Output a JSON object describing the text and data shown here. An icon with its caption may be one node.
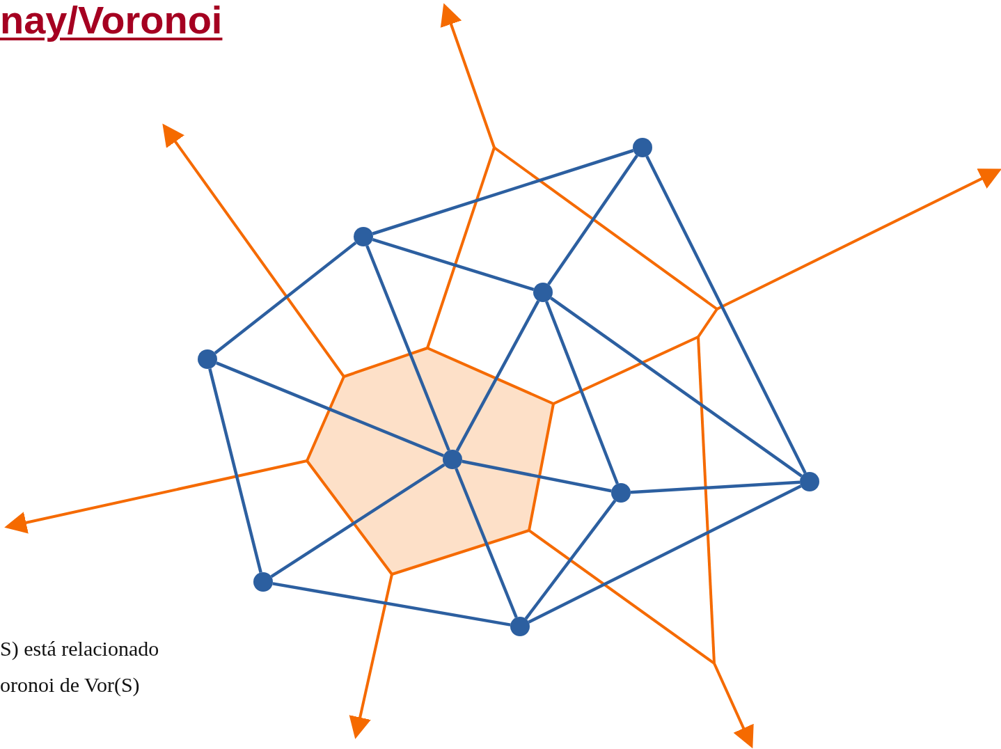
{
  "diagram": {
    "title": "nay/Voronoi",
    "nodes": [
      {
        "text": [],
        "shape": "circle"
      },
      {
        "text": [],
        "shape": "circle"
      },
      {
        "text": [],
        "shape": "circle"
      },
      {
        "text": [],
        "shape": "circle"
      },
      {
        "text": [],
        "shape": "circle"
      },
      {
        "text": [],
        "shape": "circle"
      },
      {
        "text": [],
        "shape": "circle"
      },
      {
        "text": [],
        "shape": "circle"
      },
      {
        "text": [],
        "shape": "circle"
      }
    ],
    "edges": [
      {
        "from": 1,
        "to": 0,
        "arrow": "none"
      },
      {
        "from": 0,
        "to": 2,
        "arrow": "none"
      },
      {
        "from": 0,
        "to": 6,
        "arrow": "none"
      },
      {
        "from": 1,
        "to": 2,
        "arrow": "none"
      },
      {
        "from": 1,
        "to": 3,
        "arrow": "none"
      },
      {
        "from": 1,
        "to": 4,
        "arrow": "none"
      },
      {
        "from": 2,
        "to": 4,
        "arrow": "none"
      },
      {
        "from": 2,
        "to": 5,
        "arrow": "none"
      },
      {
        "from": 2,
        "to": 6,
        "arrow": "none"
      },
      {
        "from": 3,
        "to": 4,
        "arrow": "none"
      },
      {
        "from": 3,
        "to": 7,
        "arrow": "none"
      },
      {
        "from": 4,
        "to": 5,
        "arrow": "none"
      },
      {
        "from": 4,
        "to": 7,
        "arrow": "none"
      },
      {
        "from": 4,
        "to": 8,
        "arrow": "none"
      },
      {
        "from": 5,
        "to": 6,
        "arrow": "none"
      },
      {
        "from": 5,
        "to": 8,
        "arrow": "none"
      },
      {
        "from": 6,
        "to": 8,
        "arrow": "none"
      },
      {
        "from": 7,
        "to": 8,
        "arrow": "none"
      }
    ],
    "labels": [
      "S) está relacionado oronoi de Vor(S)"
    ]
  }
}
